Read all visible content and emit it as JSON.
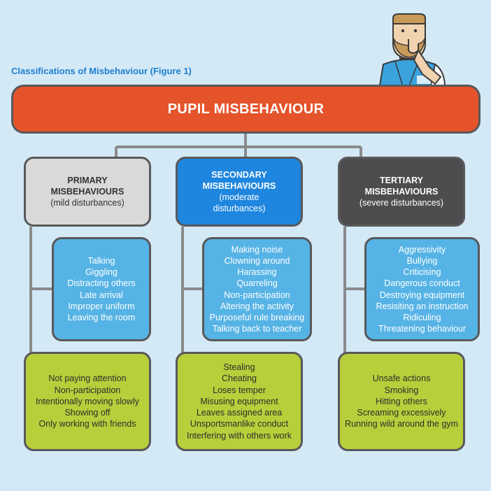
{
  "caption": "Classifications of Misbehaviour (Figure 1)",
  "root": "PUPIL MISBEHAVIOUR",
  "categories": [
    {
      "title_line1": "PRIMARY",
      "title_line2": "MISBEHAVIOURS",
      "subtitle_line1": "(mild disturbances)",
      "subtitle_line2": "",
      "behaviours_a": [
        "Talking",
        "Giggling",
        "Distracting others",
        "Late arrival",
        "Improper uniform",
        "Leaving the room"
      ],
      "behaviours_b": [
        "Not paying attention",
        "Non-participation",
        "Intentionally moving slowly",
        "Showing off",
        "Only working with friends"
      ]
    },
    {
      "title_line1": "SECONDARY",
      "title_line2": "MISBEHAVIOURS",
      "subtitle_line1": "(moderate",
      "subtitle_line2": "disturbances)",
      "behaviours_a": [
        "Making noise",
        "Clowning around",
        "Harassing",
        "Quarreling",
        "Non-participation",
        "Altering the activity",
        "Purposeful rule breaking",
        "Talking back to teacher"
      ],
      "behaviours_b": [
        "Stealing",
        "Cheating",
        "Loses temper",
        "Misusing equipment",
        "Leaves assigned area",
        "Unsportsmanlike conduct",
        "Interfering with others work"
      ]
    },
    {
      "title_line1": "TERTIARY",
      "title_line2": "MISBEHAVIOURS",
      "subtitle_line1": "(severe disturbances)",
      "subtitle_line2": "",
      "behaviours_a": [
        "Aggressivity",
        "Bullying",
        "Criticising",
        "Dangerous conduct",
        "Destroying equipment",
        "Resisiting an instruction",
        "Ridiculing",
        "Threatening behaviour"
      ],
      "behaviours_b": [
        "Unsafe actions",
        "Smoking",
        "Hitting others",
        "Screaming excessively",
        "Running wild around the gym"
      ]
    }
  ],
  "colors": {
    "background": "#d4e9f6",
    "root": "#e4532a",
    "primary": "#d9d9d9",
    "secondary": "#1e86de",
    "tertiary": "#4d4d4f",
    "list_blue": "#56b3e5",
    "list_green": "#b7cf3a",
    "connector": "#58595b"
  },
  "illustration": "teacher-shushing-icon"
}
